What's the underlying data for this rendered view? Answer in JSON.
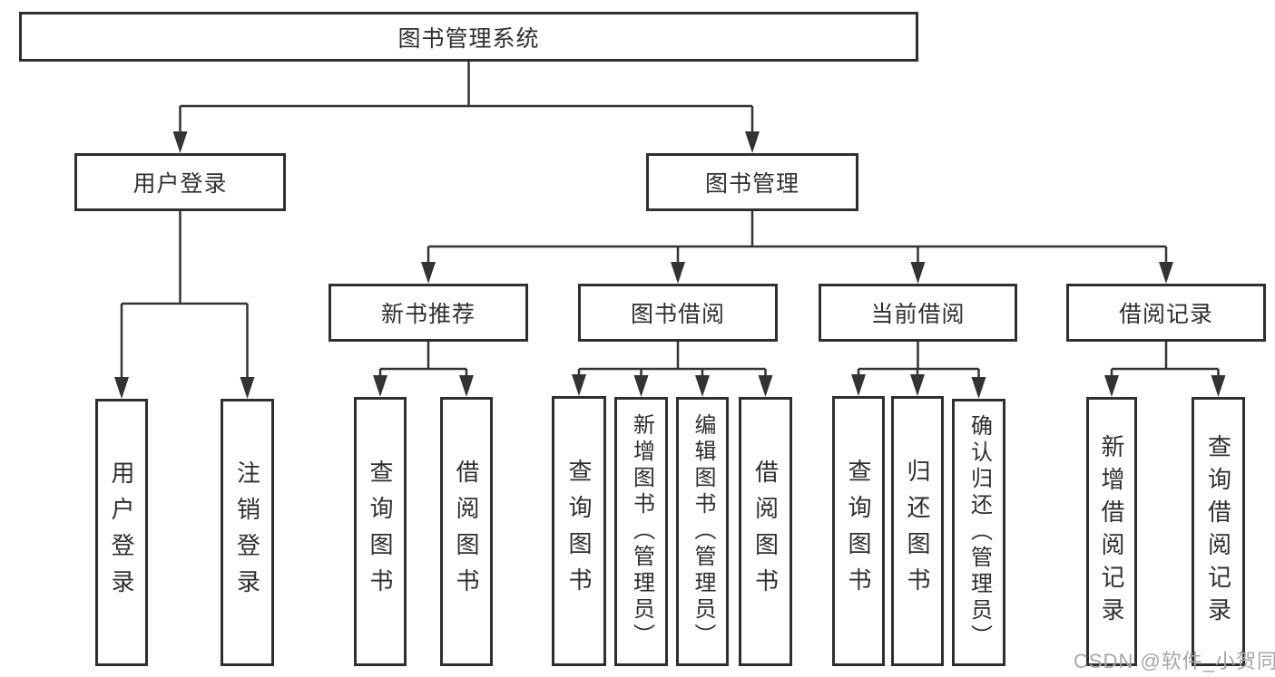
{
  "diagram": {
    "title": "图书管理系统",
    "line_color": "#333333",
    "text_color": "#2f2f2f",
    "box_background": "#ffffff",
    "nodes": [
      {
        "id": "root",
        "label": "图书管理系统",
        "orientation": "horizontal"
      },
      {
        "id": "user-login",
        "label": "用户登录",
        "orientation": "horizontal"
      },
      {
        "id": "book-mgmt",
        "label": "图书管理",
        "orientation": "horizontal"
      },
      {
        "id": "new-book-rec",
        "label": "新书推荐",
        "orientation": "horizontal"
      },
      {
        "id": "book-borrow",
        "label": "图书借阅",
        "orientation": "horizontal"
      },
      {
        "id": "current-borrow",
        "label": "当前借阅",
        "orientation": "horizontal"
      },
      {
        "id": "borrow-record",
        "label": "借阅记录",
        "orientation": "horizontal"
      },
      {
        "id": "login-action",
        "label": "用户登录",
        "orientation": "vertical"
      },
      {
        "id": "logout-action",
        "label": "注销登录",
        "orientation": "vertical"
      },
      {
        "id": "nb-query",
        "label": "查询图书",
        "orientation": "vertical"
      },
      {
        "id": "nb-borrow",
        "label": "借阅图书",
        "orientation": "vertical"
      },
      {
        "id": "bb-query",
        "label": "查询图书",
        "orientation": "vertical"
      },
      {
        "id": "bb-add",
        "label": "新增图书（管理员）",
        "orientation": "vertical"
      },
      {
        "id": "bb-edit",
        "label": "编辑图书（管理员）",
        "orientation": "vertical"
      },
      {
        "id": "bb-borrow",
        "label": "借阅图书",
        "orientation": "vertical"
      },
      {
        "id": "cb-query",
        "label": "查询图书",
        "orientation": "vertical"
      },
      {
        "id": "cb-return",
        "label": "归还图书",
        "orientation": "vertical"
      },
      {
        "id": "cb-confirm",
        "label": "确认归还（管理员）",
        "orientation": "vertical"
      },
      {
        "id": "br-add",
        "label": "新增借阅记录",
        "orientation": "vertical"
      },
      {
        "id": "br-query",
        "label": "查询借阅记录",
        "orientation": "vertical"
      }
    ],
    "edges": [
      {
        "from": "root",
        "to": "user-login"
      },
      {
        "from": "root",
        "to": "book-mgmt"
      },
      {
        "from": "user-login",
        "to": "login-action"
      },
      {
        "from": "user-login",
        "to": "logout-action"
      },
      {
        "from": "book-mgmt",
        "to": "new-book-rec"
      },
      {
        "from": "book-mgmt",
        "to": "book-borrow"
      },
      {
        "from": "book-mgmt",
        "to": "current-borrow"
      },
      {
        "from": "book-mgmt",
        "to": "borrow-record"
      },
      {
        "from": "new-book-rec",
        "to": "nb-query"
      },
      {
        "from": "new-book-rec",
        "to": "nb-borrow"
      },
      {
        "from": "book-borrow",
        "to": "bb-query"
      },
      {
        "from": "book-borrow",
        "to": "bb-add"
      },
      {
        "from": "book-borrow",
        "to": "bb-edit"
      },
      {
        "from": "book-borrow",
        "to": "bb-borrow"
      },
      {
        "from": "current-borrow",
        "to": "cb-query"
      },
      {
        "from": "current-borrow",
        "to": "cb-return"
      },
      {
        "from": "current-borrow",
        "to": "cb-confirm"
      },
      {
        "from": "borrow-record",
        "to": "br-add"
      },
      {
        "from": "borrow-record",
        "to": "br-query"
      }
    ]
  },
  "watermark": {
    "text": "CSDN @软件_小贺同学",
    "color": "#a6a6a6"
  }
}
